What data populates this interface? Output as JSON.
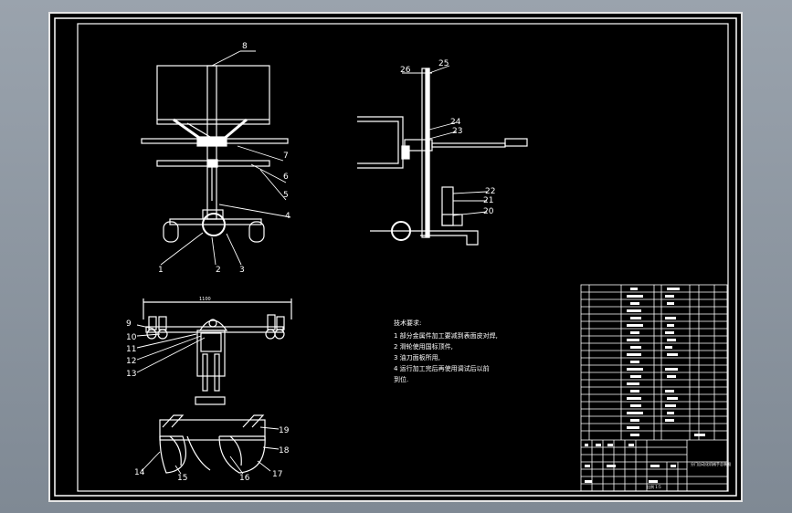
{
  "drawing": {
    "part_labels": {
      "p1": "1",
      "p2": "2",
      "p3": "3",
      "p4": "4",
      "p5": "5",
      "p6": "6",
      "p7": "7",
      "p8": "8",
      "p9": "9",
      "p10": "10",
      "p11": "11",
      "p12": "12",
      "p13": "13",
      "p14": "14",
      "p15": "15",
      "p16": "16",
      "p17": "17",
      "p18": "18",
      "p19": "19",
      "p20": "20",
      "p21": "21",
      "p22": "22",
      "p23": "23",
      "p24": "24",
      "p25": "25",
      "p26": "26"
    },
    "tech_requirements": {
      "heading": "技术要求:",
      "line1": "1 部分金属件加工要减到表面皮对焊,",
      "line2": "2 滑轮使用国标顶件,",
      "line3": "3 油刀面板所用,",
      "line4": "4 运行加工完后再使用调试后以前",
      "line5": "到位."
    },
    "dimension_text": "1100",
    "title_block": {
      "drawing_title": "分门自动化机械手总装图",
      "scale_text": "比例 1:5"
    }
  }
}
